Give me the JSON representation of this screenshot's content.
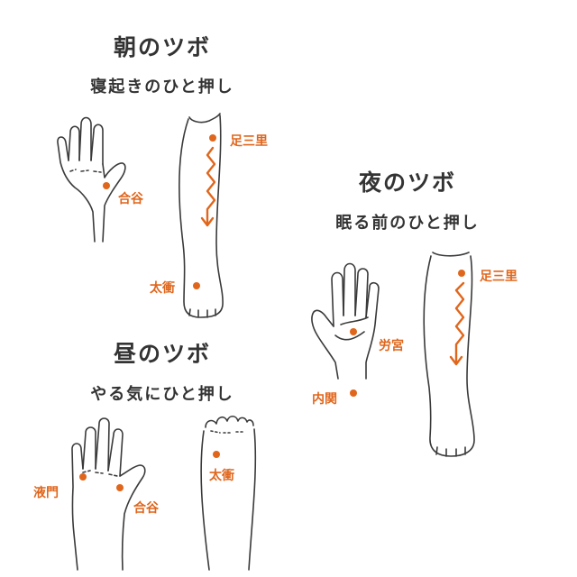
{
  "colors": {
    "accent": "#e0661c",
    "line": "#3a3a3a",
    "text": "#333333"
  },
  "morning": {
    "title": "朝のツボ",
    "subtitle": "寝起きのひと押し",
    "points": {
      "hand": "合谷",
      "shin": "足三里",
      "foot": "太衝"
    }
  },
  "noon": {
    "title": "昼のツボ",
    "subtitle": "やる気にひと押し",
    "points": {
      "hand_left": "液門",
      "hand_right": "合谷",
      "foot": "太衝"
    }
  },
  "night": {
    "title": "夜のツボ",
    "subtitle": "眠る前のひと押し",
    "points": {
      "shin": "足三里",
      "palm": "労宮",
      "wrist": "内関"
    }
  }
}
